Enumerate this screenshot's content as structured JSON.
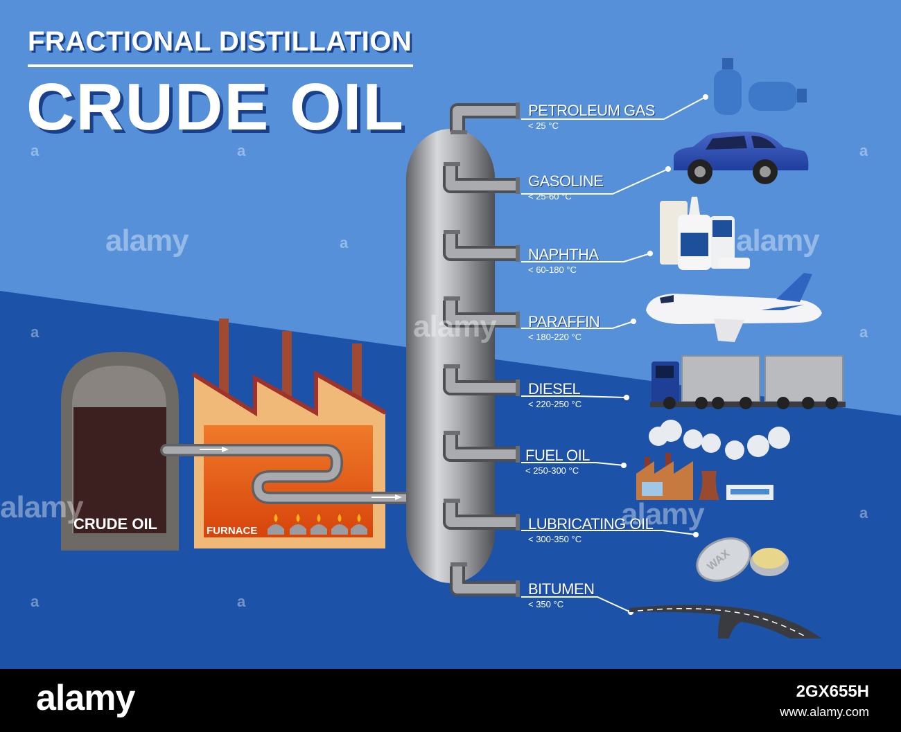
{
  "title": {
    "line1": "FRACTIONAL DISTILLATION",
    "line2": "CRUDE OIL"
  },
  "stock_label": "CRUDE OIL",
  "furnace_label": "FURNACE",
  "products": [
    {
      "name": "PETROLEUM GAS",
      "temp": "< 25 °C",
      "use_icon": "gas-cylinders-icon"
    },
    {
      "name": "GASOLINE",
      "temp": "< 25-60 °C",
      "use_icon": "car-icon"
    },
    {
      "name": "NAPHTHA",
      "temp": "< 60-180 °C",
      "use_icon": "chemical-bottles-icon"
    },
    {
      "name": "PARAFFIN",
      "temp": "< 180-220 °C",
      "use_icon": "airplane-icon"
    },
    {
      "name": "DIESEL",
      "temp": "< 220-250 °C",
      "use_icon": "truck-icon"
    },
    {
      "name": "FUEL OIL",
      "temp": "< 250-300 °C",
      "use_icon": "factory-icon"
    },
    {
      "name": "LUBRICATING OIL",
      "temp": "< 300-350 °C",
      "use_icon": "wax-tin-icon"
    },
    {
      "name": "BITUMEN",
      "temp": "< 350 °C",
      "use_icon": "road-icon"
    }
  ],
  "wax_lid_text": "WAX",
  "watermark": {
    "word": "alamy",
    "letter": "a"
  },
  "footer": {
    "brand": "alamy",
    "image_id": "2GX655H",
    "site": "www.alamy.com"
  },
  "colors": {
    "bg_upper": "#5590d8",
    "bg_lower": "#1c53a8",
    "column": "#9a9a9a",
    "pipe": "#8e9196",
    "furnace_wall": "#f0b978",
    "furnace_fire": "#e4560f",
    "crude_tank": "#6d6a66",
    "chimney": "#a04a32"
  }
}
